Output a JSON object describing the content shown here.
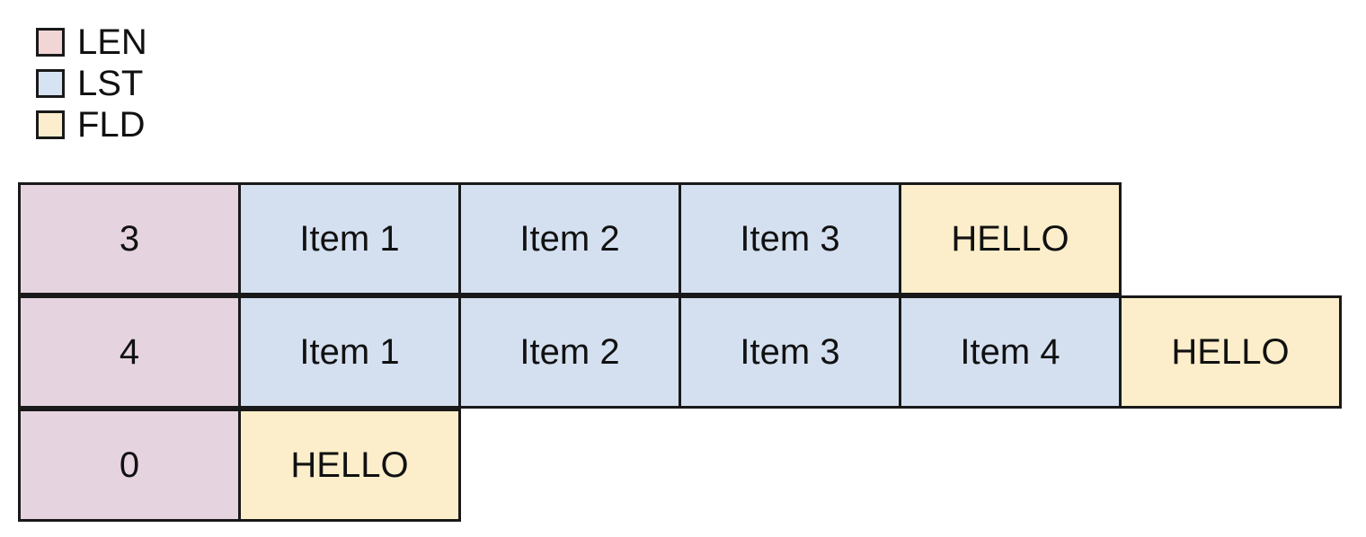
{
  "colors": {
    "len_fill": "#e6d3e0",
    "lst_fill": "#d4e0f0",
    "fld_fill": "#fceecb",
    "legend_len_fill": "#f2d5d5",
    "legend_lst_fill": "#d6e3f2",
    "legend_fld_fill": "#fcedcc",
    "border": "#191919",
    "text": "#111111",
    "background": "#ffffff"
  },
  "legend": {
    "items": [
      {
        "label": "LEN",
        "swatch_color": "#f2d5d5",
        "kind": "len"
      },
      {
        "label": "LST",
        "swatch_color": "#d6e3f2",
        "kind": "lst"
      },
      {
        "label": "FLD",
        "swatch_color": "#fcedcc",
        "kind": "fld"
      }
    ]
  },
  "diagram": {
    "rows": [
      {
        "cells": [
          {
            "text": "3",
            "kind": "len"
          },
          {
            "text": "Item 1",
            "kind": "lst"
          },
          {
            "text": "Item 2",
            "kind": "lst"
          },
          {
            "text": "Item 3",
            "kind": "lst"
          },
          {
            "text": "HELLO",
            "kind": "fld"
          }
        ]
      },
      {
        "cells": [
          {
            "text": "4",
            "kind": "len"
          },
          {
            "text": "Item 1",
            "kind": "lst"
          },
          {
            "text": "Item 2",
            "kind": "lst"
          },
          {
            "text": "Item 3",
            "kind": "lst"
          },
          {
            "text": "Item 4",
            "kind": "lst"
          },
          {
            "text": "HELLO",
            "kind": "fld"
          }
        ]
      },
      {
        "cells": [
          {
            "text": "0",
            "kind": "len"
          },
          {
            "text": "HELLO",
            "kind": "fld"
          }
        ]
      }
    ]
  }
}
